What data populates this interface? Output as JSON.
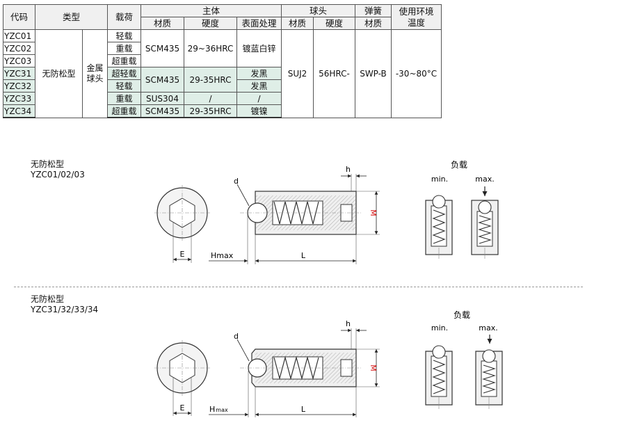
{
  "table": {
    "headers": {
      "code": "代码",
      "type": "类型",
      "load": "载荷",
      "body": "主体",
      "ball": "球头",
      "spring": "弹簧",
      "temp": "使用环境温度",
      "material": "材质",
      "hardness": "硬度",
      "surface": "表面处理"
    },
    "codes": [
      "YZC01",
      "YZC02",
      "YZC03",
      "YZC31",
      "YZC32",
      "YZC33",
      "YZC34"
    ],
    "type_main": "无防松型",
    "type_sub": "金属球头",
    "loads": [
      "轻载",
      "重载",
      "超重载",
      "超轻载",
      "轻载",
      "重载",
      "超重载"
    ],
    "body_material": [
      "SCM435",
      "SCM435",
      "SUS304",
      "SCM435"
    ],
    "body_hardness": [
      "29~36HRC",
      "29-35HRC",
      "/",
      "29-35HRC"
    ],
    "body_surface": [
      "镀蓝白锌",
      "发黑",
      "发黑",
      "/",
      "镀镍"
    ],
    "ball_material": "SUJ2",
    "ball_hardness": "56HRC-",
    "spring_material": "SWP-B",
    "temperature": "-30~80°C"
  },
  "sections": [
    {
      "title": "无防松型",
      "models": "YZC01/02/03",
      "labels": {
        "d": "d",
        "h": "h",
        "M": "M",
        "E": "E",
        "Hmax": "Hmax",
        "L": "L"
      },
      "load_title": "负载",
      "min": "min.",
      "max": "max."
    },
    {
      "title": "无防松型",
      "models": "YZC31/32/33/34",
      "labels": {
        "d": "d",
        "h": "h",
        "M": "M",
        "E": "E",
        "H": "H",
        "Hsub": "max",
        "L": "L"
      },
      "load_title": "负载",
      "min": "min.",
      "max": "max."
    }
  ],
  "colors": {
    "dimension": "#d00000",
    "highlight_row": "#dfeee7",
    "header_bg": "#f0f0f0"
  }
}
